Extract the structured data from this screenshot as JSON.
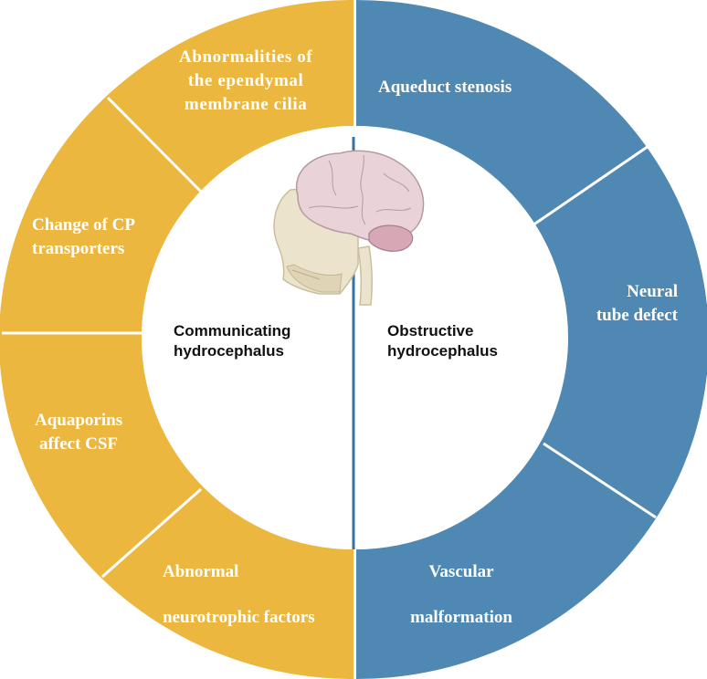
{
  "colors": {
    "communicating": "#ecb73f",
    "obstructive": "#4f88b3",
    "divider": "#ffffff",
    "center_line": "#3672a4",
    "center_bg": "#ffffff"
  },
  "center": {
    "left_label": "Communicating\nhydrocephalus",
    "right_label": "Obstructive\nhydrocephalus",
    "illustration": "brain-skull-illustration"
  },
  "segments": [
    {
      "group": "communicating",
      "label": "Abnormalities of\nthe ependymal\nmembrane cilia"
    },
    {
      "group": "communicating",
      "label": "Change of CP\ntransporters"
    },
    {
      "group": "communicating",
      "label": "Aquaporins\naffect CSF"
    },
    {
      "group": "communicating",
      "label": "Abnormal\n\nneurotrophic factors"
    },
    {
      "group": "obstructive",
      "label": "Aqueduct stenosis"
    },
    {
      "group": "obstructive",
      "label": "Neural\ntube defect"
    },
    {
      "group": "obstructive",
      "label": "Vascular\n\nmalformation"
    }
  ]
}
